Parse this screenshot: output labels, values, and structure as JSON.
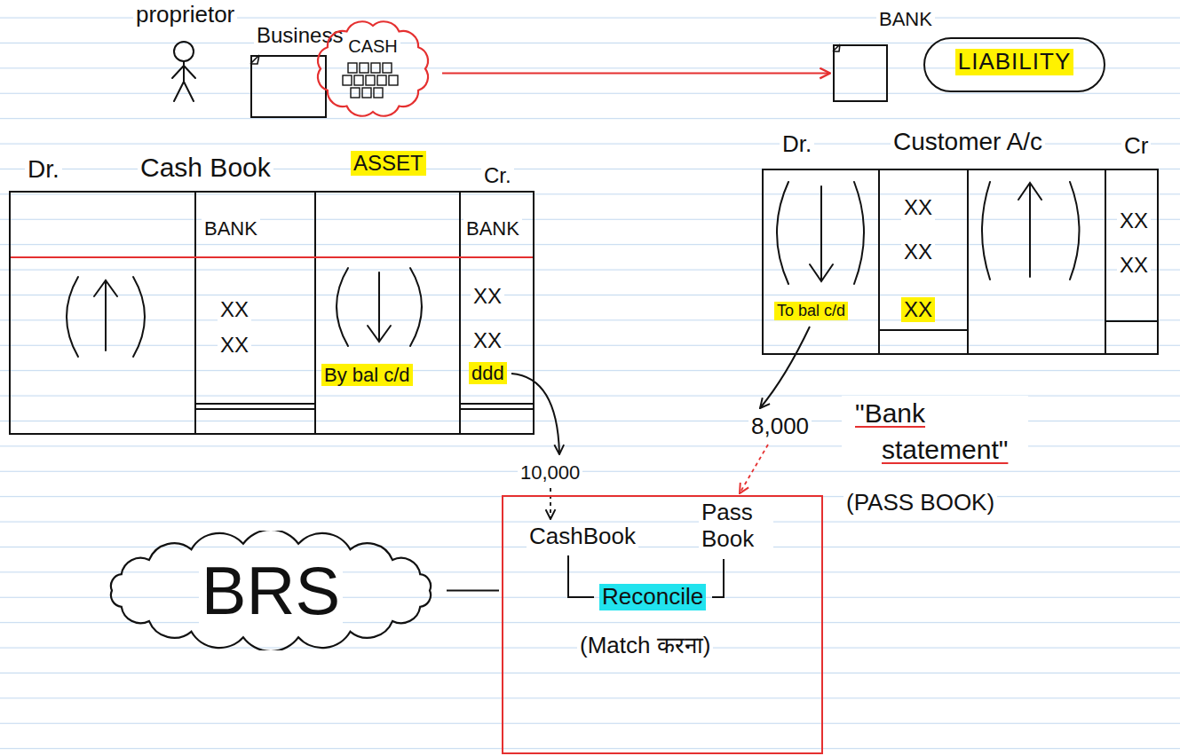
{
  "diagram": {
    "nodes": [
      {
        "text": [
          "Business"
        ]
      },
      {
        "text": [
          "CASH"
        ]
      },
      {
        "text": [
          "BANK"
        ]
      },
      {
        "text": [
          "LIABILITY"
        ]
      },
      {
        "text": [
          "Dr.",
          "Cash Book",
          "ASSET",
          "Cr.",
          "BANK",
          "BANK",
          "XX",
          "XX",
          "By bal c/d",
          "XX",
          "XX",
          "ddd"
        ]
      },
      {
        "text": [
          "Dr.",
          "Customer A/c",
          "Cr",
          "XX",
          "XX",
          "To bal c/d",
          "XX",
          "XX",
          "XX"
        ]
      },
      {
        "text": [
          "BRS"
        ]
      },
      {
        "text": [
          "CashBook",
          "Pass Book",
          "Reconcile",
          "(Match करना)"
        ]
      }
    ],
    "edges": [
      {
        "from": 1,
        "to": 2,
        "arrow": "to"
      },
      {
        "from": 6,
        "to": 7,
        "arrow": "none"
      }
    ],
    "labels": [
      "proprietor",
      "10,000",
      "8,000",
      "\"Bank statement\"",
      "(PASS BOOK)"
    ]
  }
}
